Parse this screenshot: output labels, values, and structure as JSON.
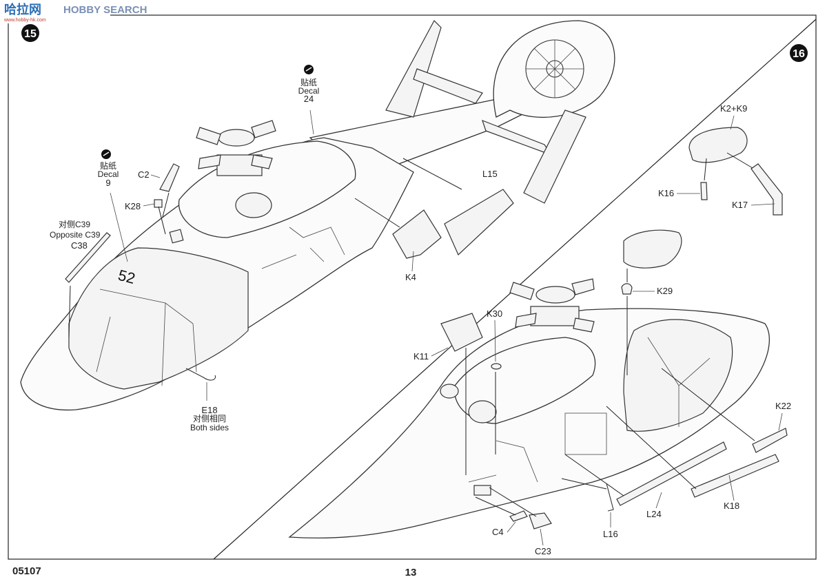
{
  "watermark": {
    "brand": "HOBBY SEARCH",
    "logo_text": "哈拉网",
    "sub_text": "www.hobby-hk.com"
  },
  "steps": [
    {
      "number": "15",
      "callouts": [
        {
          "line1": "贴纸",
          "line2": "Decal",
          "line3": "24"
        },
        {
          "line1": "贴纸",
          "line2": "Decal",
          "line3": "9"
        }
      ],
      "parts": [
        "C2",
        "K28",
        "对侧C39",
        "Opposite C39",
        "C38",
        "L15",
        "K4"
      ],
      "fuselage_number": "52",
      "note": {
        "part": "E18",
        "cn": "对侧相同",
        "en": "Both sides"
      }
    },
    {
      "number": "16",
      "parts": [
        "K2+K9",
        "K16",
        "K17",
        "K29",
        "K30",
        "K11",
        "K22",
        "K18",
        "L24",
        "L16",
        "C4",
        "C23"
      ]
    }
  ],
  "footer": {
    "code": "05107",
    "page": "13"
  },
  "icons": [
    "decal-icon",
    "decal-icon"
  ]
}
